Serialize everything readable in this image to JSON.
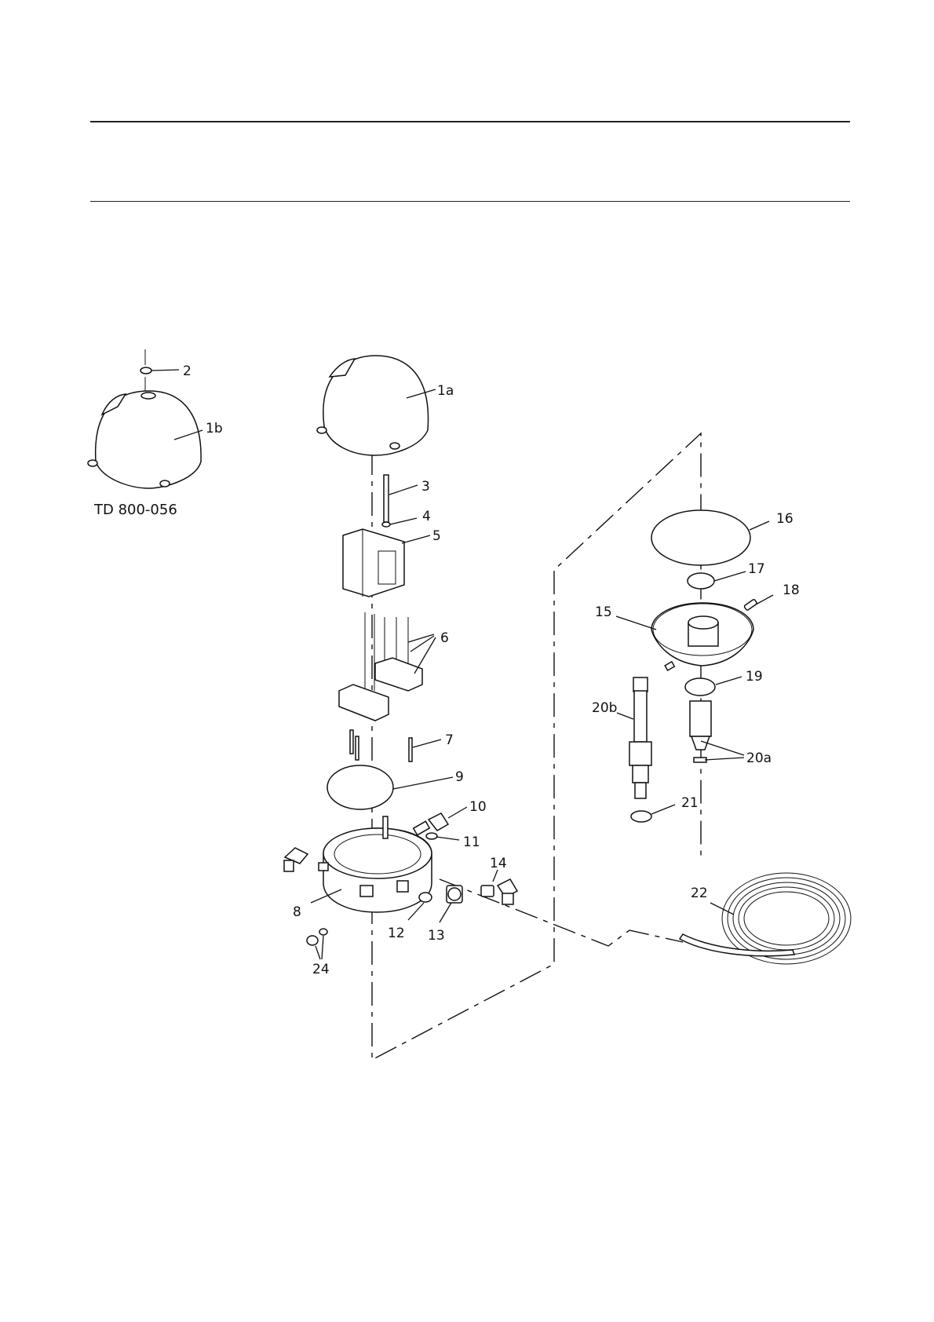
{
  "document_code": "TD 800-056",
  "callouts": {
    "c1a": "1a",
    "c1b": "1b",
    "c2": "2",
    "c3": "3",
    "c4": "4",
    "c5": "5",
    "c6": "6",
    "c7": "7",
    "c8": "8",
    "c9": "9",
    "c10": "10",
    "c11": "11",
    "c12": "12",
    "c13": "13",
    "c14": "14",
    "c15": "15",
    "c16": "16",
    "c17": "17",
    "c18": "18",
    "c19": "19",
    "c20a": "20a",
    "c20b": "20b",
    "c21": "21",
    "c22": "22",
    "c24": "24"
  }
}
